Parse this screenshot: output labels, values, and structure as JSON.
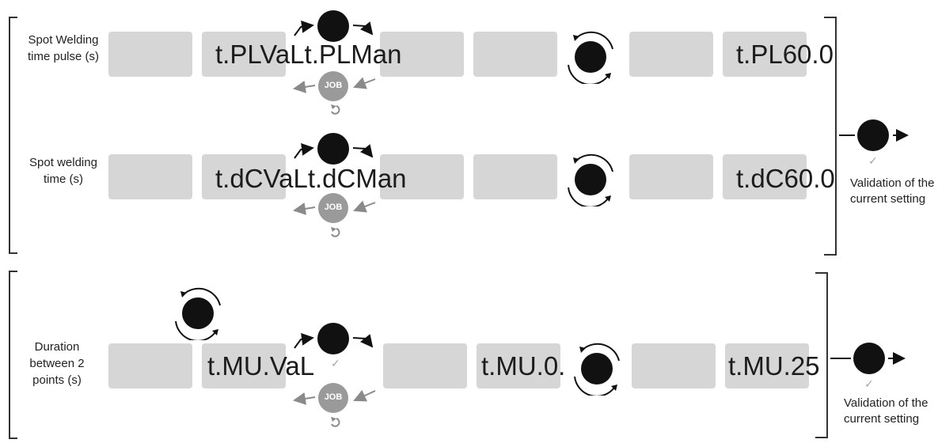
{
  "sections": [
    {
      "rows": [
        {
          "label": "Spot Welding time pulse (s)",
          "display_1": "t.PL",
          "display_2": "VaL",
          "display_3": "t.PL",
          "display_4": "Man",
          "display_5": "t.PL",
          "display_6": "60.0"
        },
        {
          "label": "Spot welding time (s)",
          "display_1": "t.dC",
          "display_2": "VaL",
          "display_3": "t.dC",
          "display_4": "Man",
          "display_5": "t.dC",
          "display_6": "60.0"
        }
      ],
      "validation": "Validation of the current setting"
    },
    {
      "rows": [
        {
          "label": "Duration between 2 points (s)",
          "display_1": "t.MU.",
          "display_2": "VaL",
          "display_3": "t.MU.",
          "display_4": "0.",
          "display_5": "t.MU.",
          "display_6": "25"
        }
      ],
      "validation": "Validation of the current setting"
    }
  ],
  "job_button_label": "JOB",
  "icons": {
    "knob": "rotary-knob-icon",
    "knob_press": "knob-press-icon",
    "knob_rotate": "knob-rotate-icon",
    "job": "job-button-icon",
    "back": "back-arrow-icon",
    "check": "check-icon"
  },
  "colors": {
    "knob": "#111111",
    "job_button": "#9a9a9a",
    "display_background": "#d6d6d6",
    "arrow_gray": "#8a8a8a"
  }
}
